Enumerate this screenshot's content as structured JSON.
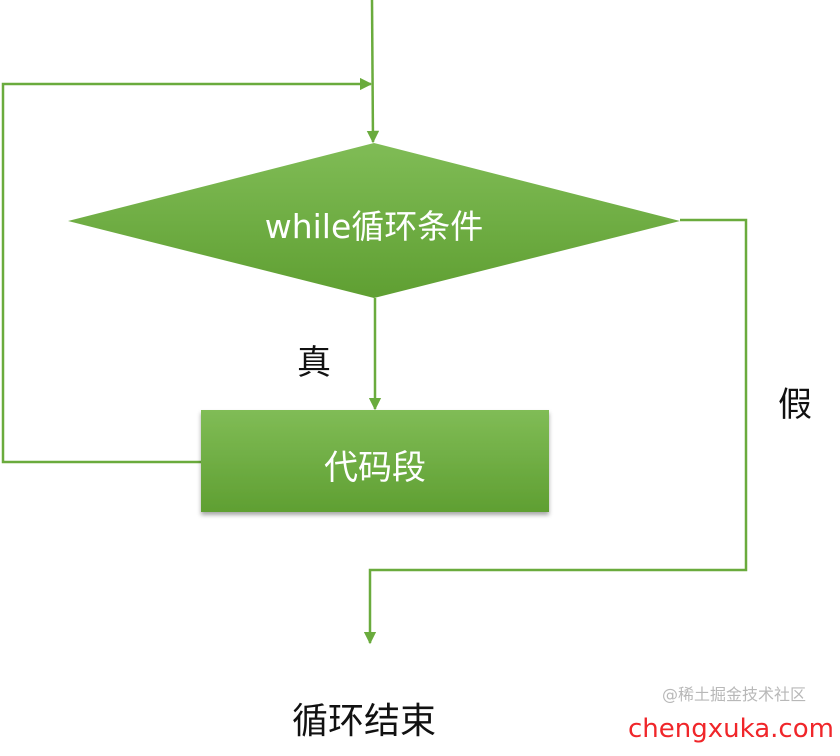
{
  "diagram": {
    "condition_label": "while循环条件",
    "body_label": "代码段",
    "true_label": "真",
    "false_label": "假",
    "end_label": "循环结束"
  },
  "colors": {
    "line": "#6aab3d",
    "shape_top": "#7fbb55",
    "shape_bottom": "#5e9f31",
    "text_on_shape": "#ffffff"
  },
  "watermarks": {
    "juejin": "@稀土掘金技术社区",
    "site": "chengxuka.com"
  }
}
